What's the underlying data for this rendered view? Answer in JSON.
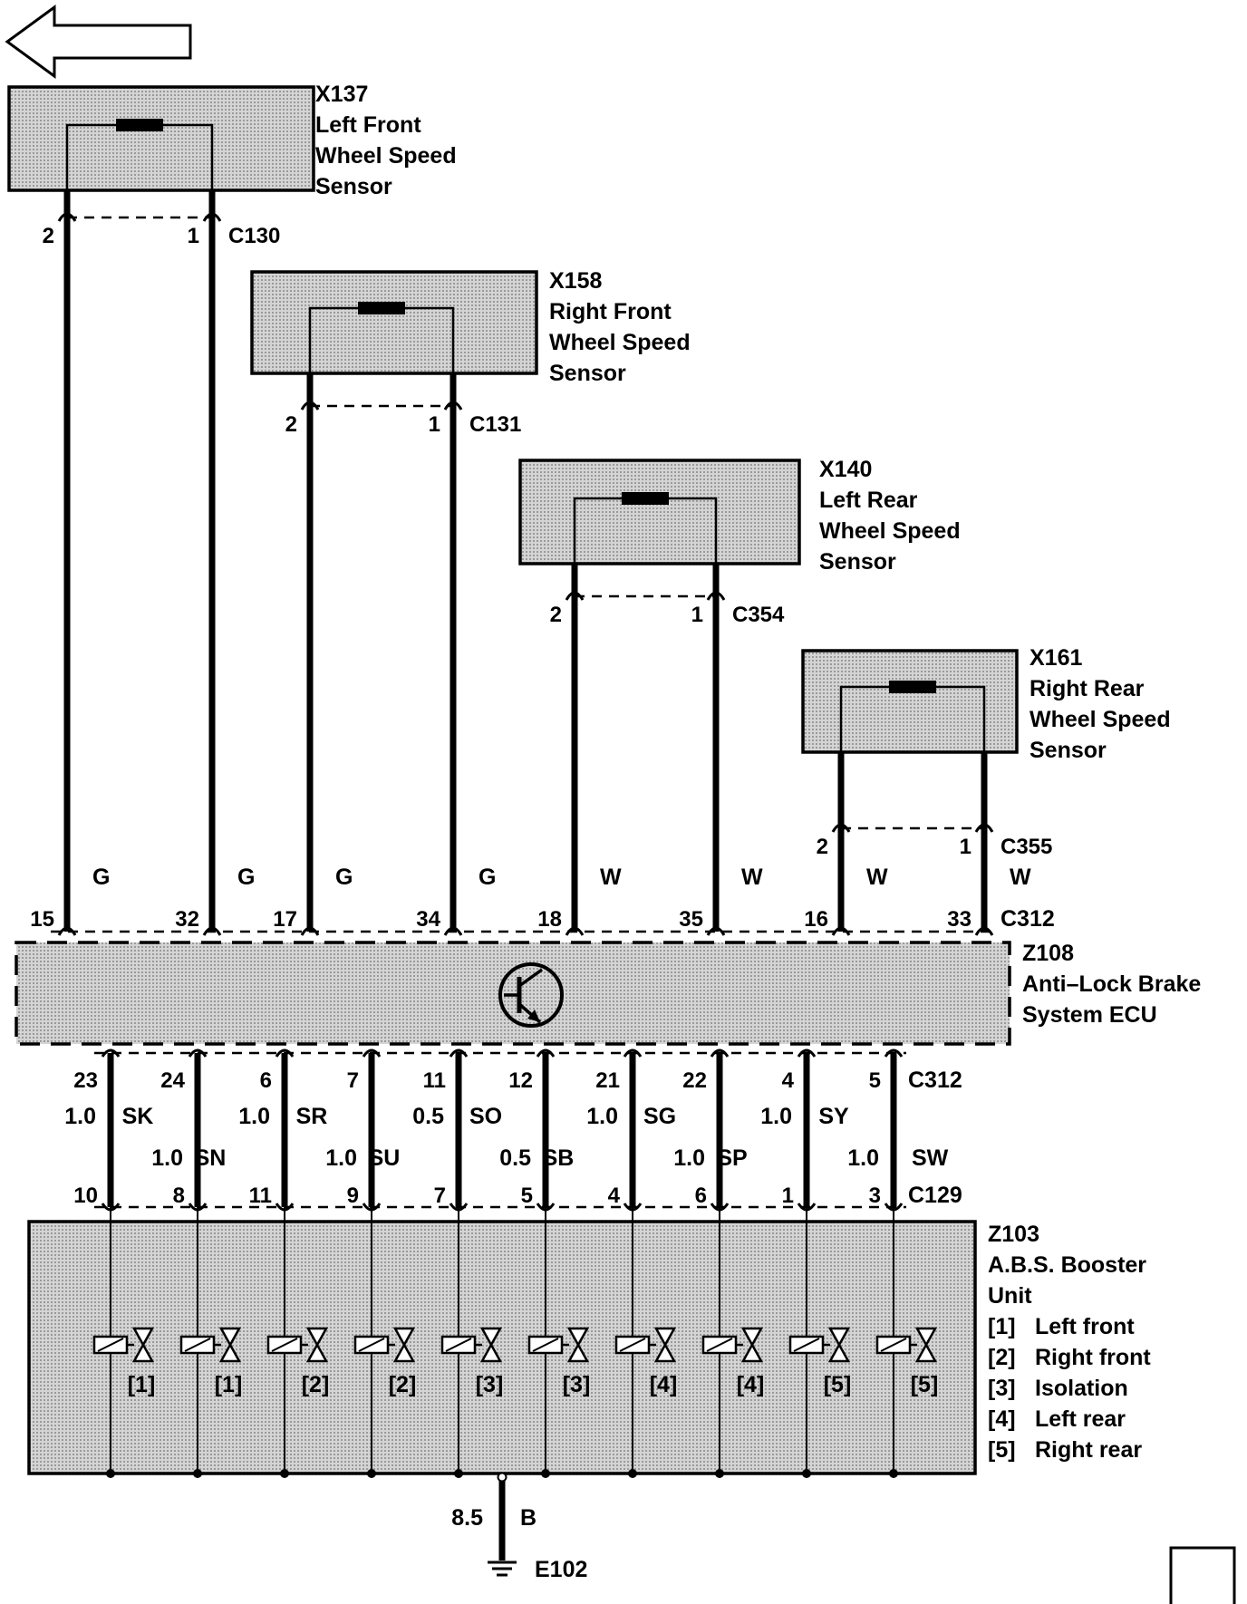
{
  "sensors": [
    {
      "id": "X137",
      "name_lines": [
        "Left Front",
        "Wheel Speed",
        "Sensor"
      ],
      "connector": "C130",
      "pin_left": "2",
      "pin_right": "1"
    },
    {
      "id": "X158",
      "name_lines": [
        "Right Front",
        "Wheel Speed",
        "Sensor"
      ],
      "connector": "C131",
      "pin_left": "2",
      "pin_right": "1"
    },
    {
      "id": "X140",
      "name_lines": [
        "Left Rear",
        "Wheel Speed",
        "Sensor"
      ],
      "connector": "C354",
      "pin_left": "2",
      "pin_right": "1"
    },
    {
      "id": "X161",
      "name_lines": [
        "Right Rear",
        "Wheel Speed",
        "Sensor"
      ],
      "connector": "C355",
      "pin_left": "2",
      "pin_right": "1"
    }
  ],
  "sensor_wires": [
    {
      "color": "G",
      "ecu_pin": "15"
    },
    {
      "color": "G",
      "ecu_pin": "32"
    },
    {
      "color": "G",
      "ecu_pin": "17"
    },
    {
      "color": "G",
      "ecu_pin": "34"
    },
    {
      "color": "W",
      "ecu_pin": "18"
    },
    {
      "color": "W",
      "ecu_pin": "35"
    },
    {
      "color": "W",
      "ecu_pin": "16"
    },
    {
      "color": "W",
      "ecu_pin": "33"
    }
  ],
  "ecu_top_connector": "C312",
  "ecu": {
    "id": "Z108",
    "name_lines": [
      "Anti–Lock Brake",
      "System ECU"
    ]
  },
  "ecu_bottom_connector": "C312",
  "booster_connector": "C129",
  "valve_wires": [
    {
      "ecu_pin": "23",
      "size": "1.0",
      "color": "",
      "booster_pin": "10"
    },
    {
      "ecu_pin": "24",
      "size": "1.0",
      "color": "SK",
      "booster_pin": "8"
    },
    {
      "ecu_pin": "6",
      "size": "1.0",
      "color": "SN",
      "booster_pin": "11"
    },
    {
      "ecu_pin": "7",
      "size": "1.0",
      "color": "SR",
      "booster_pin": "9"
    },
    {
      "ecu_pin": "11",
      "size": "0.5",
      "color": "SU",
      "booster_pin": "7"
    },
    {
      "ecu_pin": "12",
      "size": "0.5",
      "color": "SO",
      "booster_pin": "5"
    },
    {
      "ecu_pin": "21",
      "size": "1.0",
      "color": "SB",
      "booster_pin": "4"
    },
    {
      "ecu_pin": "22",
      "size": "1.0",
      "color": "SG",
      "booster_pin": "6"
    },
    {
      "ecu_pin": "4",
      "size": "1.0",
      "color": "SP",
      "booster_pin": "1"
    },
    {
      "ecu_pin": "5",
      "size": "1.0",
      "color": "SY",
      "booster_pin": "3"
    },
    {
      "ecu_pin": "",
      "size": "",
      "color": "SW",
      "booster_pin": ""
    }
  ],
  "booster": {
    "id": "Z103",
    "name_lines": [
      "A.B.S. Booster",
      "Unit"
    ],
    "legend": [
      {
        "key": "[1]",
        "text": "Left front"
      },
      {
        "key": "[2]",
        "text": "Right front"
      },
      {
        "key": "[3]",
        "text": "Isolation"
      },
      {
        "key": "[4]",
        "text": "Left rear"
      },
      {
        "key": "[5]",
        "text": "Right rear"
      }
    ],
    "valve_tags": [
      "[1]",
      "[1]",
      "[2]",
      "[2]",
      "[3]",
      "[3]",
      "[4]",
      "[4]",
      "[5]",
      "[5]"
    ]
  },
  "ground": {
    "size": "8.5",
    "color": "B",
    "id": "E102"
  }
}
